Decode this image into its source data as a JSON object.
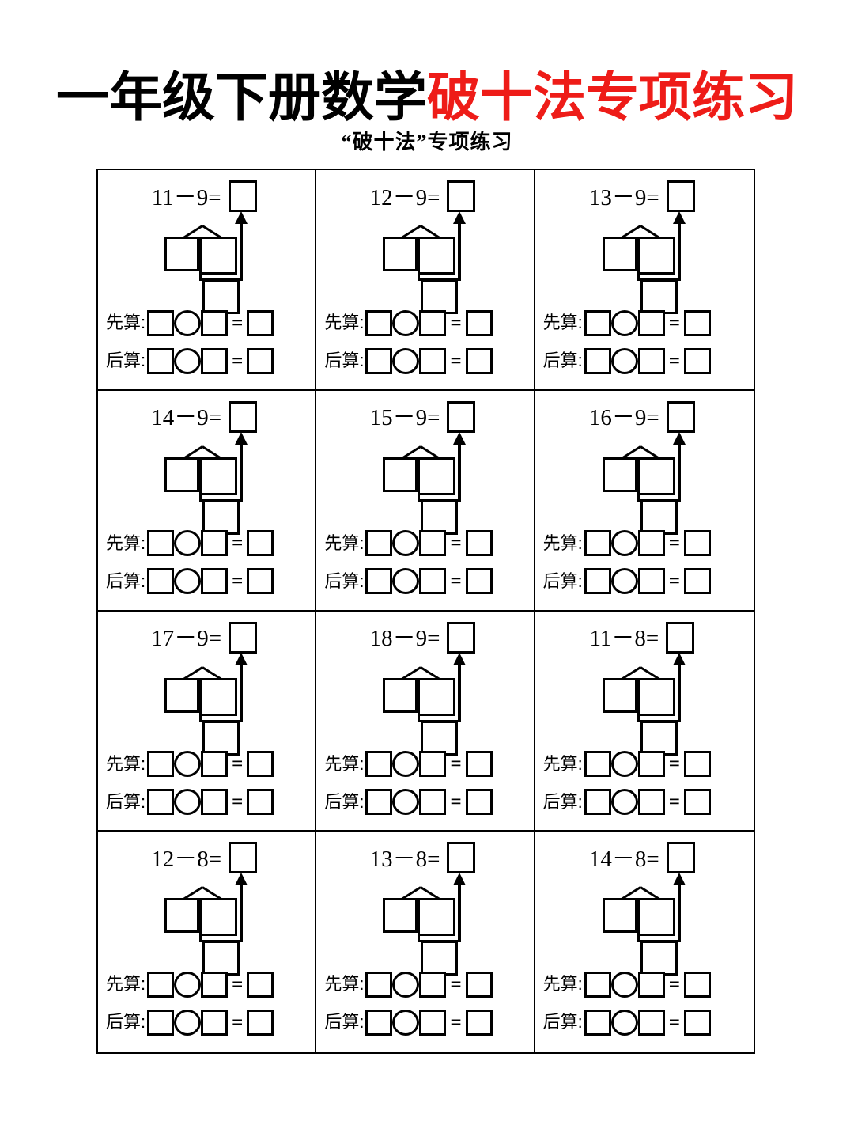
{
  "title": {
    "black_part": "一年级下册数学",
    "red_part": "破十法专项练习",
    "red_color": "#ee1c18",
    "black_color": "#000000"
  },
  "subtitle": "“破十法”专项练习",
  "worksheet": {
    "rows": 4,
    "columns": 3,
    "labels": {
      "first_step": "先算:",
      "second_step": "后算:",
      "equals": "="
    },
    "problems": [
      {
        "minuend": "11",
        "operator": "－",
        "subtrahend": "9",
        "equals": "=",
        "expression": "11－9="
      },
      {
        "minuend": "12",
        "operator": "－",
        "subtrahend": "9",
        "equals": "=",
        "expression": "12－9="
      },
      {
        "minuend": "13",
        "operator": "－",
        "subtrahend": "9",
        "equals": "=",
        "expression": "13－9="
      },
      {
        "minuend": "14",
        "operator": "－",
        "subtrahend": "9",
        "equals": "=",
        "expression": "14－9="
      },
      {
        "minuend": "15",
        "operator": "－",
        "subtrahend": "9",
        "equals": "=",
        "expression": "15－9="
      },
      {
        "minuend": "16",
        "operator": "－",
        "subtrahend": "9",
        "equals": "=",
        "expression": "16－9="
      },
      {
        "minuend": "17",
        "operator": "－",
        "subtrahend": "9",
        "equals": "=",
        "expression": "17－9="
      },
      {
        "minuend": "18",
        "operator": "－",
        "subtrahend": "9",
        "equals": "=",
        "expression": "18－9="
      },
      {
        "minuend": "11",
        "operator": "－",
        "subtrahend": "8",
        "equals": "=",
        "expression": "11－8="
      },
      {
        "minuend": "12",
        "operator": "－",
        "subtrahend": "8",
        "equals": "=",
        "expression": "12－8="
      },
      {
        "minuend": "13",
        "operator": "－",
        "subtrahend": "8",
        "equals": "=",
        "expression": "13－8="
      },
      {
        "minuend": "14",
        "operator": "－",
        "subtrahend": "8",
        "equals": "=",
        "expression": "14－8="
      }
    ]
  }
}
